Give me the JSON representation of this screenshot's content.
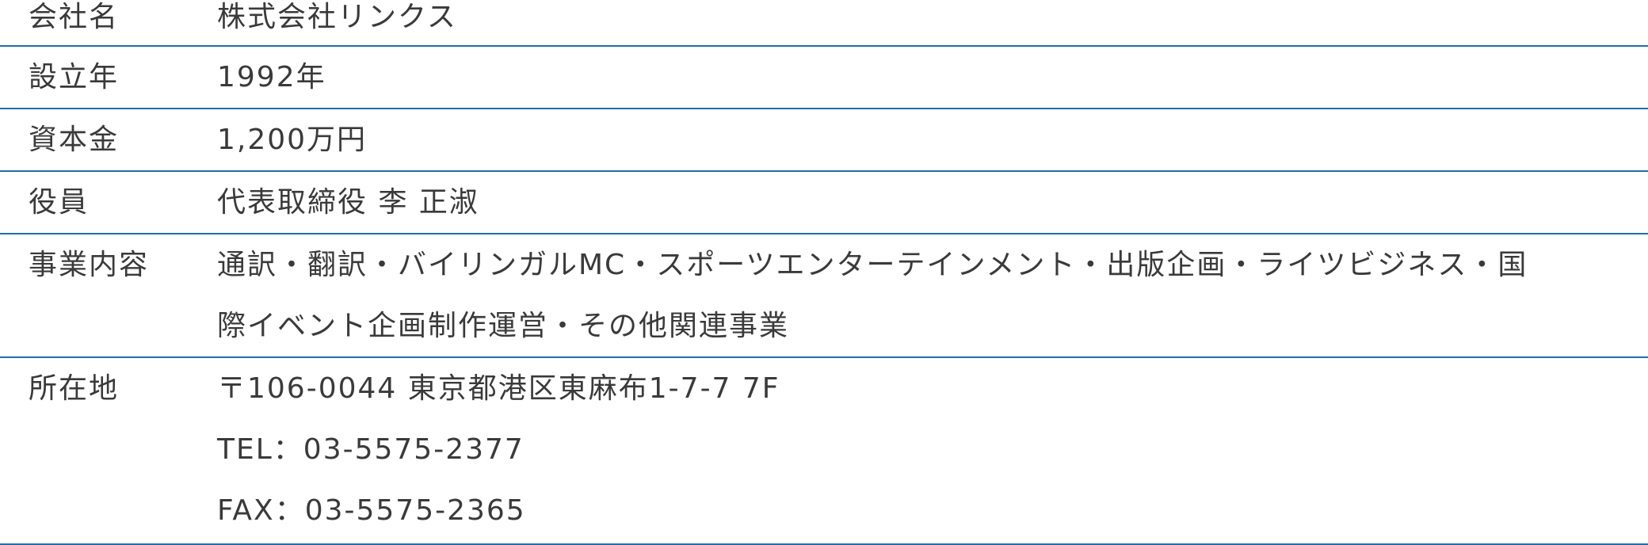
{
  "profile": {
    "rows": [
      {
        "label": "会社名",
        "lines": [
          "株式会社リンクス"
        ]
      },
      {
        "label": "設立年",
        "lines": [
          "1992年"
        ]
      },
      {
        "label": "資本金",
        "lines": [
          "1,200万円"
        ]
      },
      {
        "label": "役員",
        "lines": [
          "代表取締役 李 正淑"
        ]
      },
      {
        "label": "事業内容",
        "lines": [
          "通訳・翻訳・バイリンガルMC・スポーツエンターテインメント・出版企画・ライツビジネス・国",
          "際イベント企画制作運営・その他関連事業"
        ]
      },
      {
        "label": "所在地",
        "lines": [
          "〒106-0044 東京都港区東麻布1-7-7 7F",
          "TEL：03-5575-2377",
          "FAX：03-5575-2365"
        ]
      }
    ]
  }
}
